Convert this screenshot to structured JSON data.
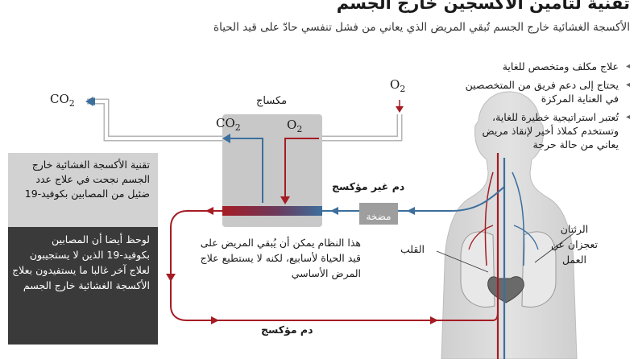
{
  "header": {
    "title": "تقنية لتأمين الأكسجين خارج الجسم",
    "subtitle": "الأكسجة الغشائية خارج الجسم تُبقي المريض الذي يعاني من فشل تنفسي حادّ على قيد الحياة"
  },
  "diagram": {
    "co2_out": "CO",
    "o2_in": "O",
    "co2_machine": "CO",
    "o2_machine": "O",
    "subscript": "2",
    "machine_label": "مكساج",
    "deoxygenated_label": "دم غير مؤكسج",
    "oxygenated_label": "دم مؤكسج",
    "pump_label": "مضخة",
    "heart_label": "القلب",
    "lungs_label": "الرئتان تعجزان عن العمل",
    "note": "هذا النظام يمكن أن يُبقي المريض على قيد الحياة لأسابيع، لكنه لا يستطيع علاج المرض الأساسي"
  },
  "bullets": [
    "علاج مكلف ومتخصص للغاية",
    "يحتاج إلى دعم فريق من المتخصصين في العناية المركزة",
    "تُعتبر استراتيجية خطيرة للغاية، وتستخدم كملاذ أخير لإنقاذ مريض يعاني من حالة حرجة"
  ],
  "info_box": {
    "top_text": "تقنية الأكسجة الغشائية خارج الجسم نجحت في علاج عدد ضئيل من المصابين بكوفيد-19",
    "bottom_text": "لوحظ أيضا أن المصابين بكوفيد-19 الذين لا يستجيبون لعلاج آخر غالبا ما يستفيدون بعلاج الأكسجة الغشائية خارج الجسم"
  },
  "colors": {
    "oxygenated": "#a51c24",
    "deoxygenated": "#3c6f9c",
    "machine": "#c8c8c8",
    "gas_line": "#c8c8c8",
    "body": "#d9d9d9",
    "dark_box": "#3a3a3a",
    "light_box": "#d2d2d2"
  }
}
